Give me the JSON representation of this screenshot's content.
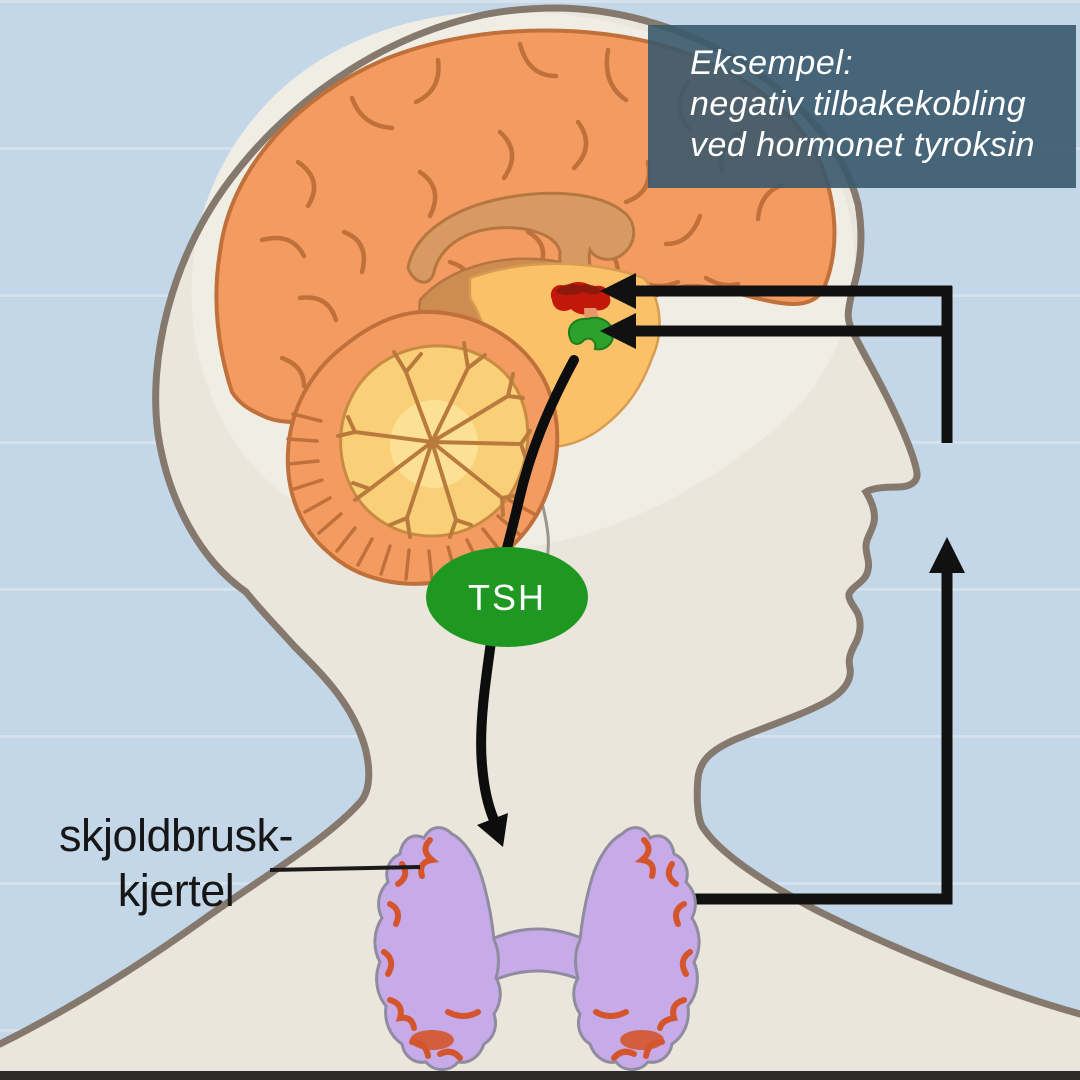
{
  "callout": {
    "lines": [
      "Eksempel:",
      "negativ tilbakekobling",
      "ved hormonet tyroksin"
    ],
    "bg_color": "#3A596C",
    "text_color": "#FFFFFF"
  },
  "tsh": {
    "label": "TSH",
    "oval_color": "#1F9822",
    "text_color": "#FFFFFF"
  },
  "thyroid": {
    "label_line1": "skjoldbrusk-",
    "label_line2": "kjertel",
    "gland_color": "#C7AAE8",
    "vessel_color": "#D4552C"
  },
  "anatomy": {
    "hypothalamus_color": "#C2180C",
    "pituitary_color": "#2CA12C",
    "brain_color": "#F49B61",
    "brain_outline_color": "#C0703A",
    "cerebellum_inner_color": "#F9CF77",
    "brainstem_color": "#FBC169",
    "skin_color": "#EBE6DC",
    "silhouette_outline_color": "#84796C",
    "background_color": "#C3D7E8",
    "arrow_color": "#111111"
  }
}
